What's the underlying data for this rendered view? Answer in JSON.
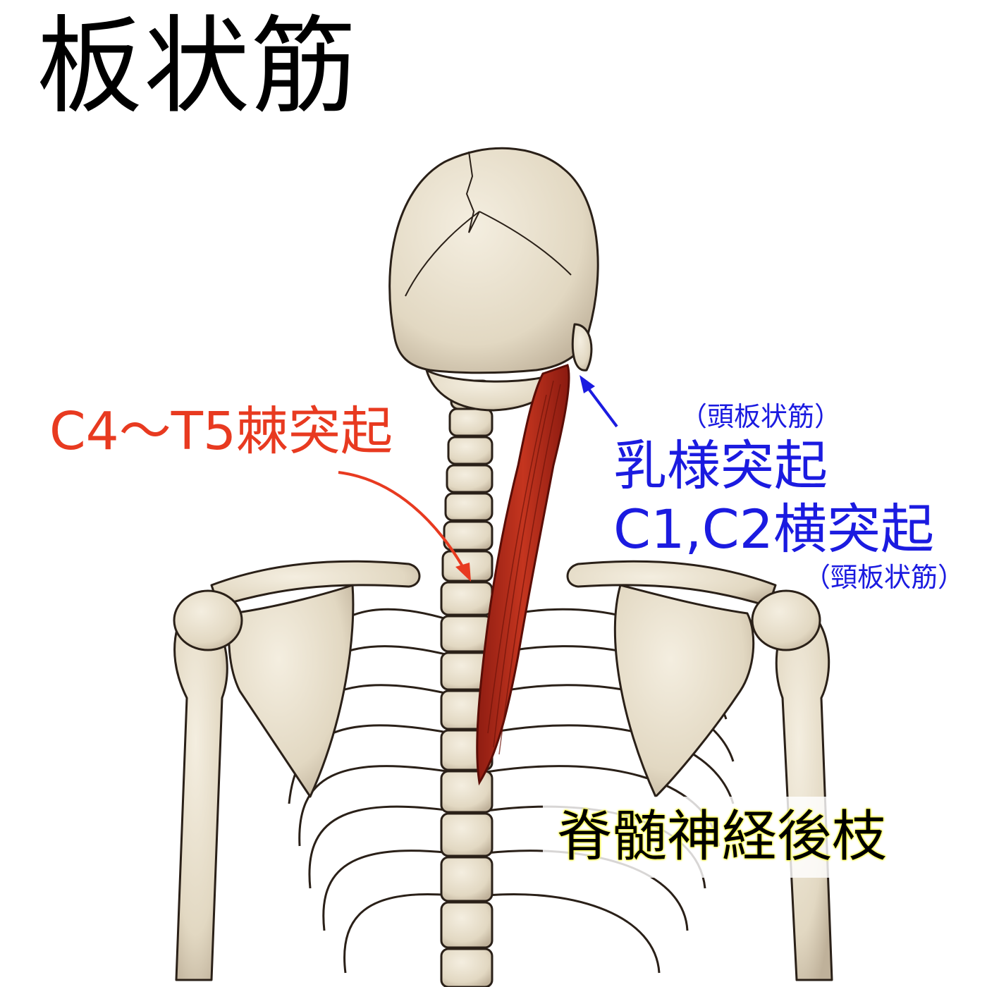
{
  "title": "板状筋",
  "labels": {
    "origin": "C4～T5棘突起",
    "insertion_line1": "乳様突起",
    "insertion_line2": "C1,C2横突起",
    "insertion_sub1": "（頭板状筋）",
    "insertion_sub2": "（頸板状筋）",
    "innervation": "脊髄神経後枝"
  },
  "colors": {
    "origin": "#e83a20",
    "insertion": "#1b1be0",
    "muscle": "#b52a1c",
    "bone": "#e6ddc8",
    "bone_outline": "#2a2018",
    "nerve_glow": "#ffff33"
  },
  "icons": {
    "illustration": "skeleton-posterior-view",
    "highlight": "splenius-muscle"
  }
}
